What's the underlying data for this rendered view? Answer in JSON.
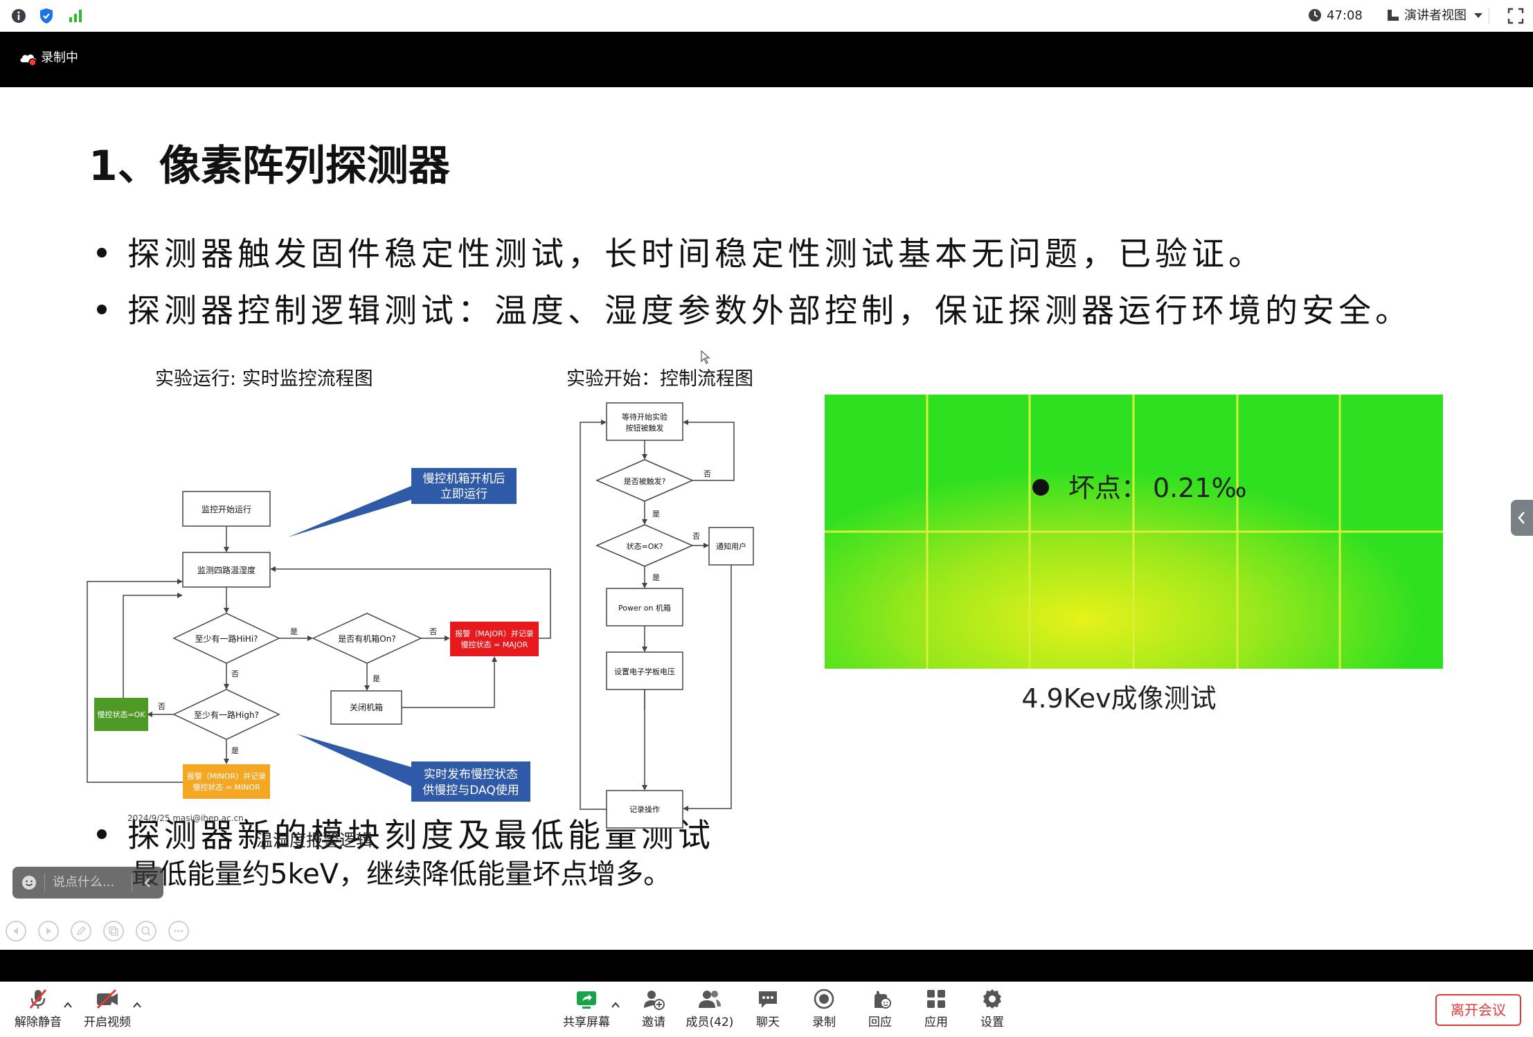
{
  "topbar": {
    "timer": "47:08",
    "view_mode": "演讲者视图"
  },
  "recording": {
    "label": "录制中"
  },
  "slide": {
    "title": "1、像素阵列探测器",
    "bullets": [
      "探测器触发固件稳定性测试，长时间稳定性测试基本无问题，已验证。",
      "探测器控制逻辑测试：温度、湿度参数外部控制，保证探测器运行环境的安全。",
      "探测器新的模块刻度及最低能量测试"
    ],
    "subline": "最低能量约5keV，继续降低能量坏点增多。",
    "flowchart_left": {
      "title": "实验运行: 实时监控流程图",
      "callout_top": [
        "慢控机箱开机后",
        "立即运行"
      ],
      "callout_bottom": [
        "实时发布慢控状态",
        "供慢控与DAQ使用"
      ],
      "start": "监控开始运行",
      "monitor": "监测四路温湿度",
      "dec_hihi": "至少有一路HiHi?",
      "dec_box_on": "是否有机箱On?",
      "dec_high": "至少有一路High?",
      "alarm_major": [
        "报警（MAJOR）并记录",
        "慢控状态 = MAJOR"
      ],
      "alarm_minor": [
        "报警（MINOR）并记录",
        "慢控状态 = MINOR"
      ],
      "status_ok": "慢控状态=OK",
      "close_box": "关闭机箱",
      "yes": "是",
      "no": "否",
      "footer": "2024/9/25 masi@ihep.ac.cn",
      "caption": "温湿度报警逻辑"
    },
    "flowchart_right": {
      "title": "实验开始：控制流程图",
      "wait": [
        "等待开始实验",
        "按钮被触发"
      ],
      "dec_triggered": "是否被触发?",
      "dec_status": "状态=OK?",
      "notify": "通知用户",
      "power_on": "Power on 机箱",
      "set_voltage": "设置电子学板电压",
      "record": "记录操作",
      "yes": "是",
      "no": "否"
    },
    "image": {
      "overlay_label": "坏点：",
      "overlay_value": "0.21‰",
      "caption": "4.9Kev成像测试"
    }
  },
  "chat": {
    "placeholder": "说点什么..."
  },
  "toolbar": {
    "unmute": "解除静音",
    "start_video": "开启视频",
    "share": "共享屏幕",
    "invite": "邀请",
    "members": "成员(42)",
    "chat": "聊天",
    "record": "录制",
    "react": "回应",
    "apps": "应用",
    "settings": "设置",
    "leave": "离开会议"
  }
}
